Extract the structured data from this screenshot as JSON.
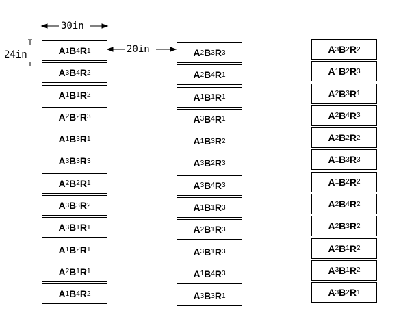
{
  "dimensions": {
    "plot_width": "30in",
    "plot_height": "24in",
    "column_gap": "20in"
  },
  "columns": [
    {
      "plots": [
        "A1B4R1",
        "A3B4R2",
        "A1B1R2",
        "A2B2R3",
        "A1B3R1",
        "A3B3R3",
        "A2B2R1",
        "A3B3R2",
        "A3B1R1",
        "A1B2R1",
        "A2B1R1",
        "A1B4R2"
      ]
    },
    {
      "plots": [
        "A2B3R3",
        "A2B4R1",
        "A1B1R1",
        "A3B4R1",
        "A1B3R2",
        "A3B2R3",
        "A3B4R3",
        "A1B1R3",
        "A2B1R3",
        "A3B1R3",
        "A1B4R3",
        "A3B3R1"
      ]
    },
    {
      "plots": [
        "A3B2R2",
        "A1B2R3",
        "A2B3R1",
        "A2B4R3",
        "A2B2R2",
        "A1B3R3",
        "A1B2R2",
        "A2B4R2",
        "A2B3R2",
        "A2B1R2",
        "A3B1R2",
        "A3B2R1"
      ]
    }
  ]
}
